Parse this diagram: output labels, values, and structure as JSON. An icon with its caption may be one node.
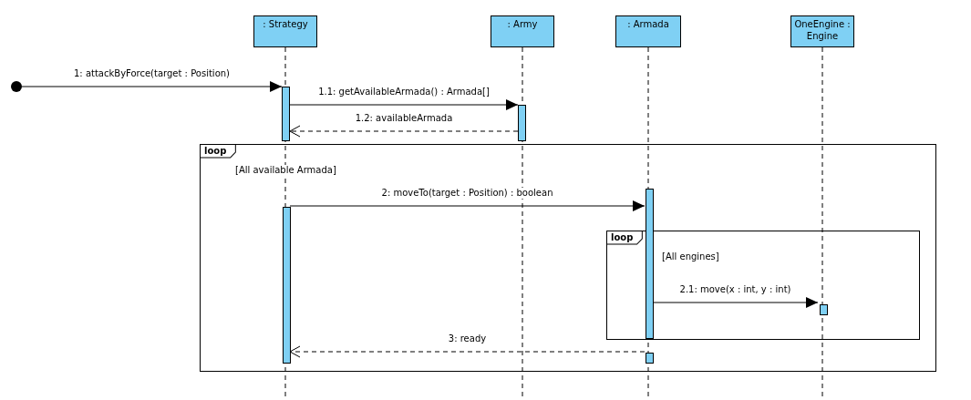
{
  "diagram": {
    "nodes": [
      {
        "text": [
          ": Strategy"
        ]
      },
      {
        "text": [
          ": Army"
        ]
      },
      {
        "text": [
          ": Armada"
        ]
      },
      {
        "text": [
          "OneEngine : Engine"
        ]
      },
      {
        "text": [],
        "shape": "circle"
      },
      {
        "text": [],
        "shape": "bar"
      },
      {
        "text": [],
        "shape": "bar"
      },
      {
        "text": [
          "loop",
          "[All available Armada]"
        ]
      },
      {
        "text": [],
        "shape": "bar",
        "in": 7
      },
      {
        "text": [],
        "shape": "bar",
        "in": 7
      },
      {
        "text": [
          "loop",
          "[All engines]"
        ],
        "in": 7
      },
      {
        "text": [],
        "shape": "bar",
        "in": 10
      },
      {
        "text": [],
        "shape": "bar",
        "in": 7
      }
    ],
    "edges": [
      {
        "from": 4,
        "to": 5,
        "arrow": "to",
        "label": "1: attackByForce(target : Position)"
      },
      {
        "from": 5,
        "to": 6,
        "arrow": "to",
        "label": "1.1: getAvailableArmada() : Armada[]"
      },
      {
        "from": 6,
        "to": 5,
        "arrow": "to",
        "style": "dashed",
        "label": "1.2: availableArmada"
      },
      {
        "from": 9,
        "to": 8,
        "arrow": "to",
        "label": "2: moveTo(target : Position) : boolean"
      },
      {
        "from": 8,
        "to": 11,
        "arrow": "to",
        "label": "2.1: move(x : int, y : int)"
      },
      {
        "from": 12,
        "to": 9,
        "arrow": "to",
        "style": "dashed",
        "label": "3: ready"
      }
    ]
  }
}
